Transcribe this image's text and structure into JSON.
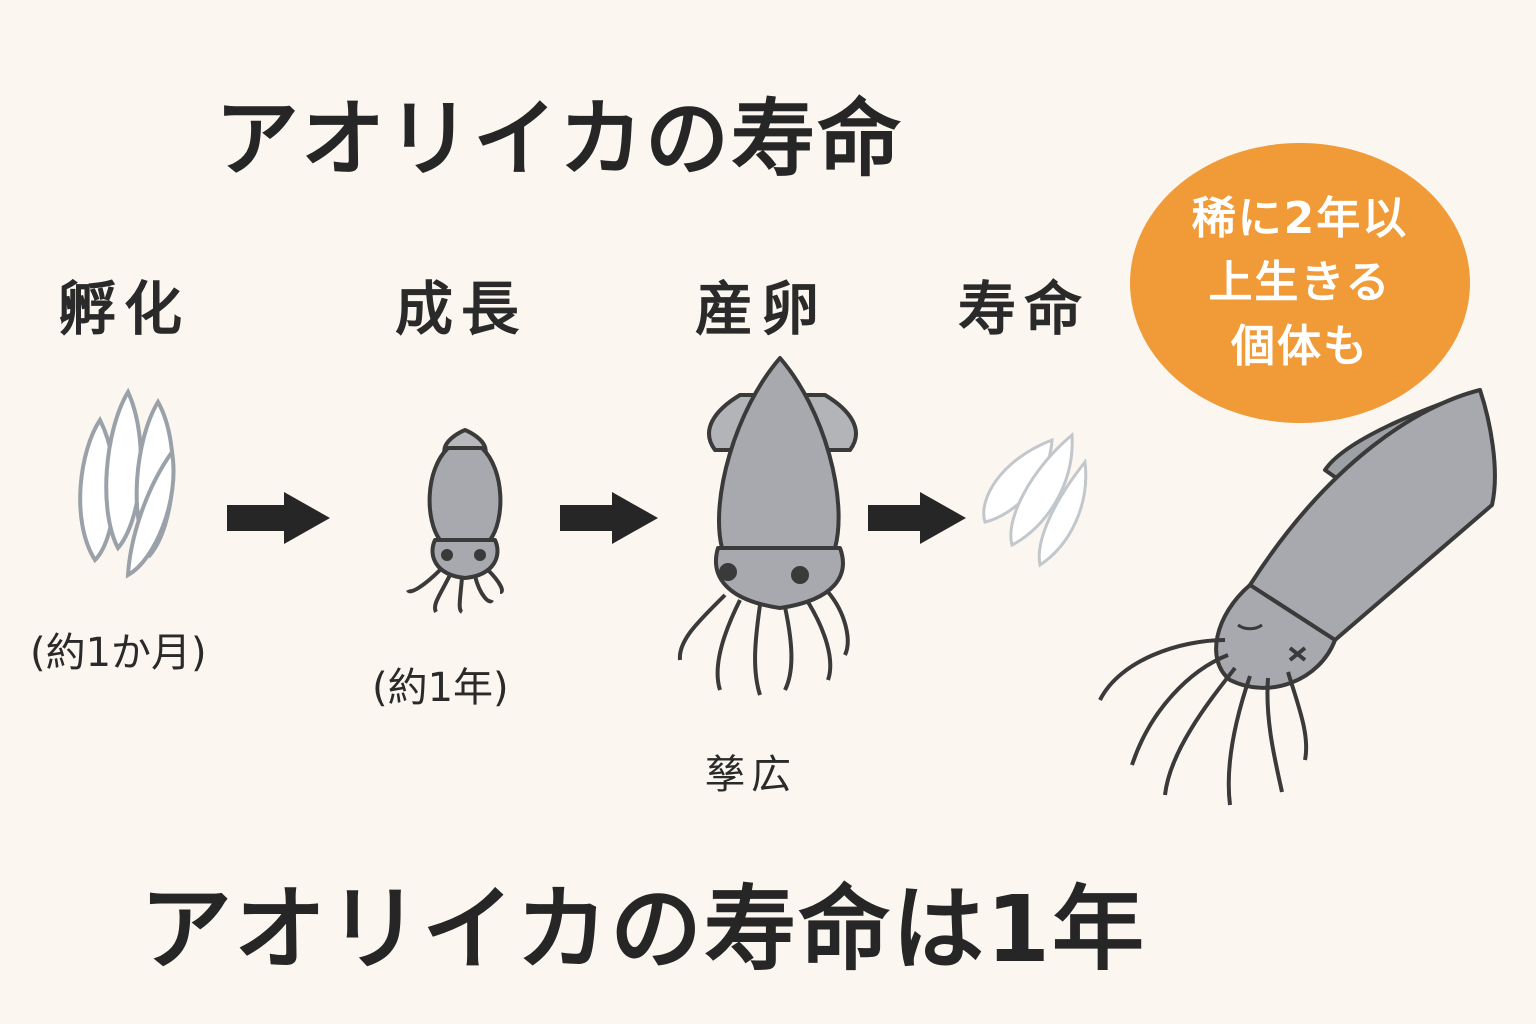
{
  "title": "アオリイカの寿命",
  "stages": [
    {
      "label": "孵化",
      "note": "(約1か月)"
    },
    {
      "label": "成長",
      "note": "(約1年)"
    },
    {
      "label": "産卵",
      "note": "孳広"
    },
    {
      "label": "寿命",
      "note": ""
    }
  ],
  "badge": {
    "lines": [
      "稀に2年以",
      "上生きる",
      "個体も"
    ]
  },
  "footer": "アオリイカの寿命は1年",
  "colors": {
    "background": "#fbf6f0",
    "badge": "#f09a38",
    "squid": "#a7a9ae",
    "outline": "#3a3a3a",
    "arrow": "#262626"
  }
}
